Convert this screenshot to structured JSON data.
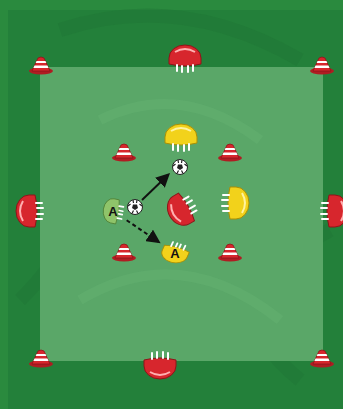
{
  "diagram": {
    "nodes": [
      {
        "text": [
          "A"
        ]
      },
      {
        "text": [
          "A"
        ]
      }
    ],
    "edges": [
      {
        "from": 0,
        "to": 1,
        "arrow": "to"
      }
    ]
  }
}
